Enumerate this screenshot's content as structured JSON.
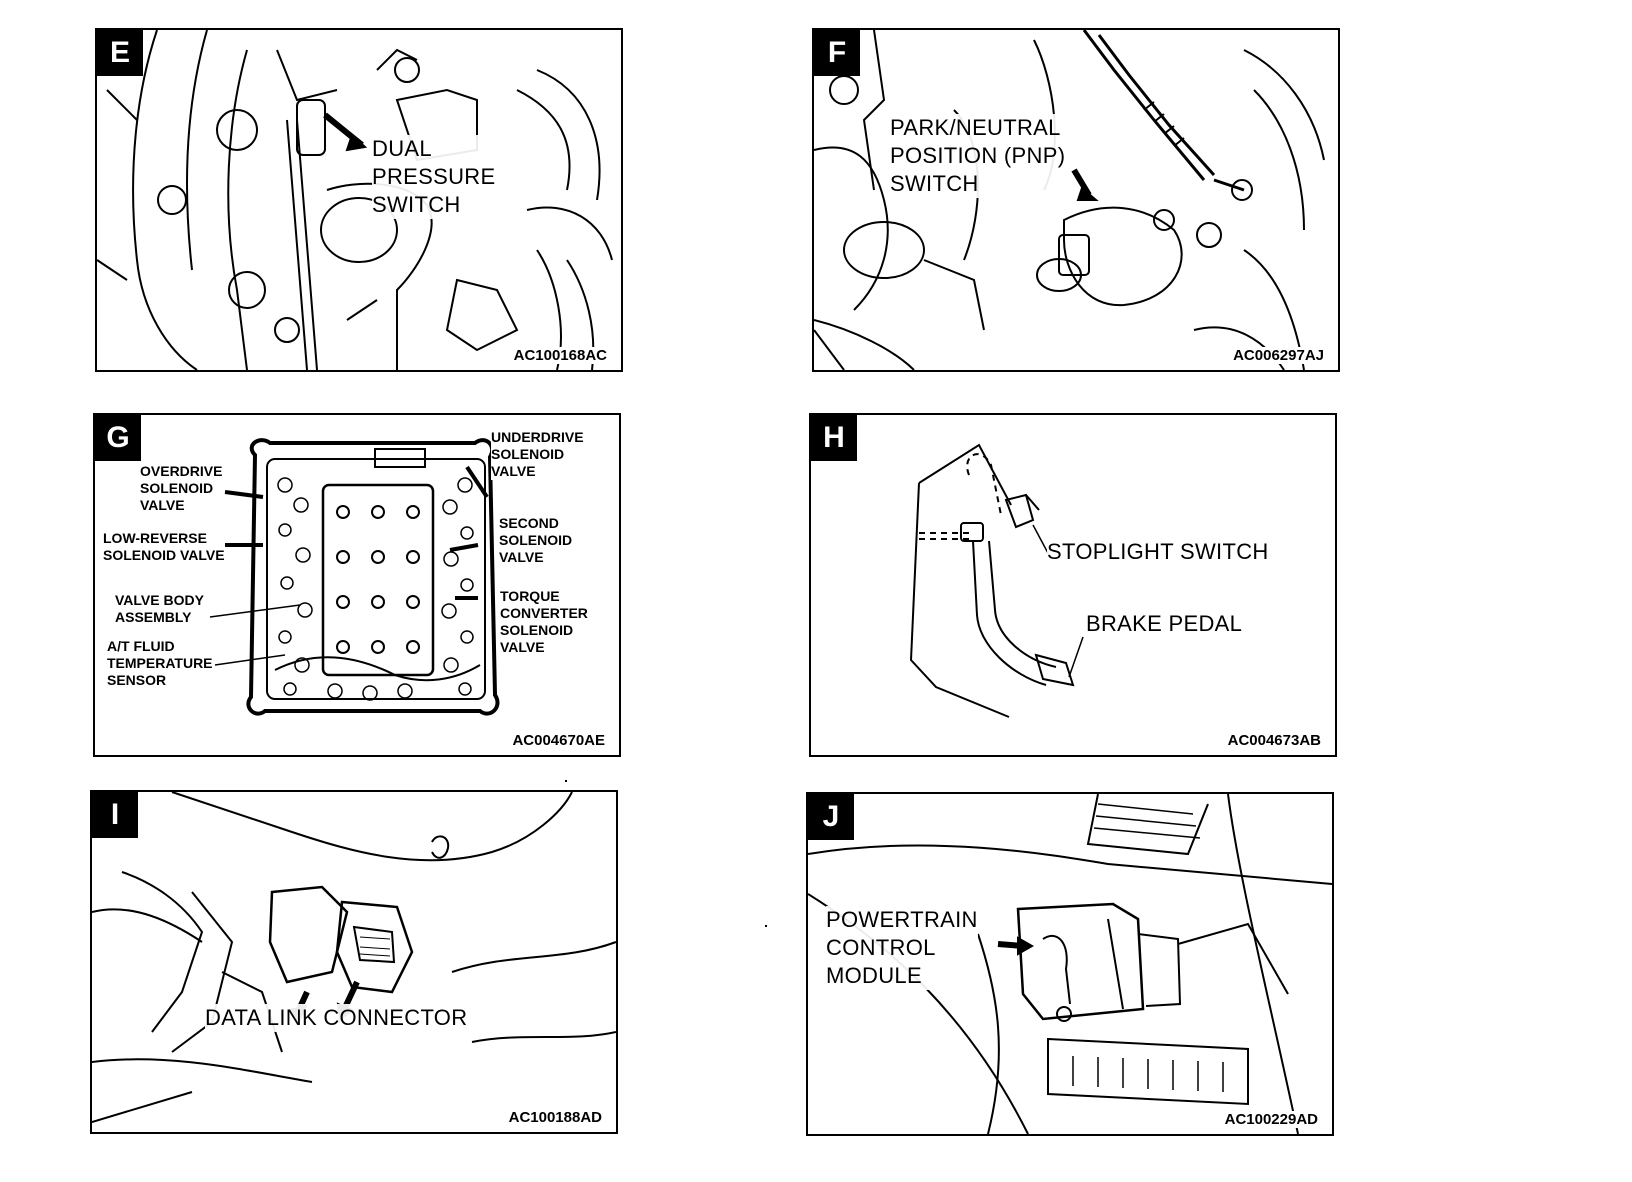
{
  "panels": [
    {
      "id": "E",
      "code": "AC100168AC",
      "labels": [
        [
          "DUAL",
          "PRESSURE",
          "SWITCH"
        ]
      ]
    },
    {
      "id": "F",
      "code": "AC006297AJ",
      "labels": [
        [
          "PARK/NEUTRAL",
          "POSITION (PNP)",
          "SWITCH"
        ]
      ]
    },
    {
      "id": "G",
      "code": "AC004670AE",
      "labels": [
        [
          "OVERDRIVE",
          "SOLENOID",
          "VALVE"
        ],
        [
          "LOW-REVERSE",
          "SOLENOID VALVE"
        ],
        [
          "VALVE BODY",
          "ASSEMBLY"
        ],
        [
          "A/T FLUID",
          "TEMPERATURE",
          "SENSOR"
        ],
        [
          "UNDERDRIVE",
          "SOLENOID",
          "VALVE"
        ],
        [
          "SECOND",
          "SOLENOID",
          "VALVE"
        ],
        [
          "TORQUE",
          "CONVERTER",
          "SOLENOID",
          "VALVE"
        ]
      ]
    },
    {
      "id": "H",
      "code": "AC004673AB",
      "labels": [
        [
          "STOPLIGHT SWITCH"
        ],
        [
          "BRAKE PEDAL"
        ]
      ]
    },
    {
      "id": "I",
      "code": "AC100188AD",
      "labels": [
        [
          "DATA LINK CONNECTOR"
        ]
      ]
    },
    {
      "id": "J",
      "code": "AC100229AD",
      "labels": [
        [
          "POWERTRAIN",
          "CONTROL",
          "MODULE"
        ]
      ]
    }
  ]
}
